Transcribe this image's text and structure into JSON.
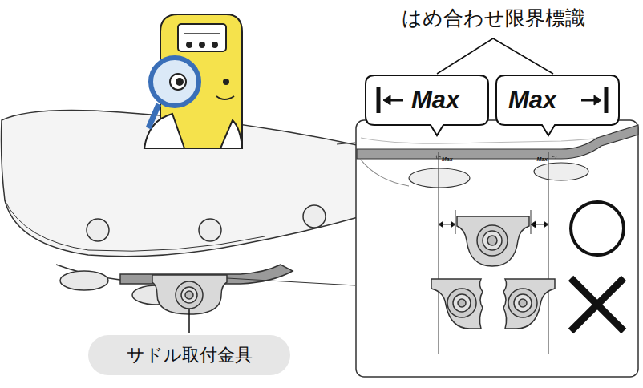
{
  "diagram": {
    "nodes": [
      {
        "text": [
          "Max"
        ]
      },
      {
        "text": [
          "Max"
        ]
      },
      {
        "text": [
          "サドル取付金具"
        ]
      }
    ],
    "labels": [
      "はめ合わせ限界標識",
      "Max",
      "Max"
    ]
  }
}
